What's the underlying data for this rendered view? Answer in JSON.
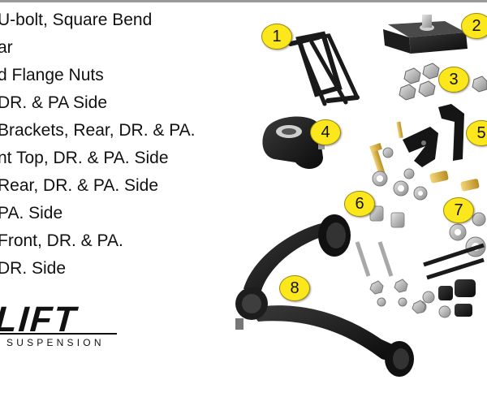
{
  "legend_lines": [
    "U-bolt, Square Bend",
    "ar",
    "d Flange Nuts",
    "DR. & PA Side",
    "Brackets, Rear, DR. & PA.",
    "nt Top, DR. & PA. Side",
    " Rear, DR. & PA. Side",
    " PA. Side",
    " Front, DR. & PA.",
    " DR. Side"
  ],
  "logo": {
    "word": "LIFT",
    "sub": "SUSPENSION"
  },
  "callouts": [
    "1",
    "2",
    "3",
    "4",
    "5",
    "6",
    "7",
    "8"
  ],
  "colors": {
    "badge": "#fbe71c",
    "part_black": "#111111",
    "metal": "#b8b8b8"
  }
}
